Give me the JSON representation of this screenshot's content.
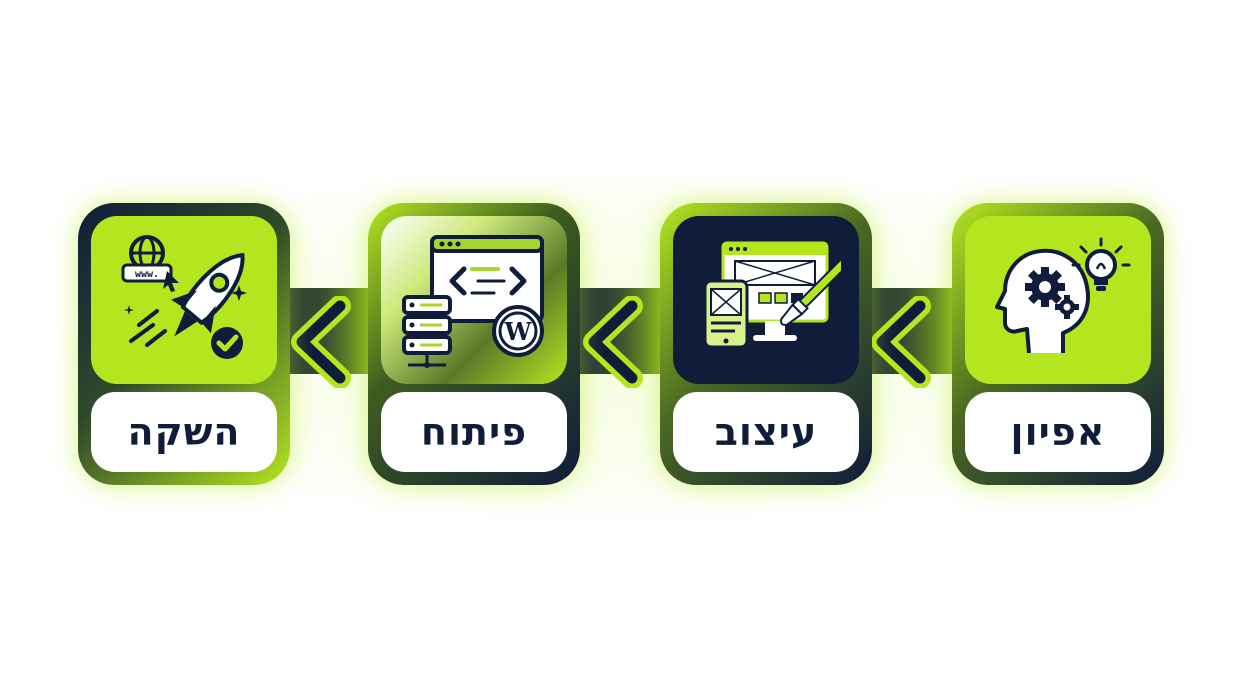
{
  "steps": [
    {
      "label": "השקה",
      "icon": "rocket-launch-icon"
    },
    {
      "label": "פיתוח",
      "icon": "code-wordpress-icon"
    },
    {
      "label": "עיצוב",
      "icon": "design-devices-icon"
    },
    {
      "label": "אפיון",
      "icon": "head-gears-bulb-icon"
    }
  ],
  "colors": {
    "lime": "#b4e620",
    "navy": "#0f1c3a",
    "white": "#ffffff"
  }
}
